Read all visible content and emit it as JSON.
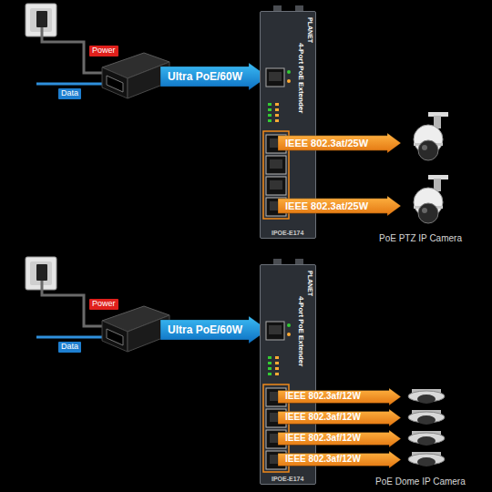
{
  "diagram": {
    "nodes": [
      {
        "text": [
          "Power"
        ]
      },
      {
        "text": [
          "Data"
        ]
      },
      {
        "text": [
          "Ultra PoE/60W"
        ]
      },
      {
        "text": [
          "PLANET",
          "4-Port PoE Extender",
          "IPOE-E174"
        ]
      },
      {
        "text": [
          "IEEE 802.3at/25W"
        ]
      },
      {
        "text": [
          "IEEE 802.3at/25W"
        ]
      },
      {
        "text": [
          "Power"
        ]
      },
      {
        "text": [
          "Data"
        ]
      },
      {
        "text": [
          "Ultra PoE/60W"
        ]
      },
      {
        "text": [
          "PLANET",
          "4-Port PoE Extender",
          "IPOE-E174"
        ]
      },
      {
        "text": [
          "IEEE 802.3af/12W"
        ]
      },
      {
        "text": [
          "IEEE 802.3af/12W"
        ]
      },
      {
        "text": [
          "IEEE 802.3af/12W"
        ]
      },
      {
        "text": [
          "IEEE 802.3af/12W"
        ]
      }
    ],
    "labels": [
      "PoE PTZ IP Camera",
      "PoE Dome IP Camera"
    ]
  }
}
